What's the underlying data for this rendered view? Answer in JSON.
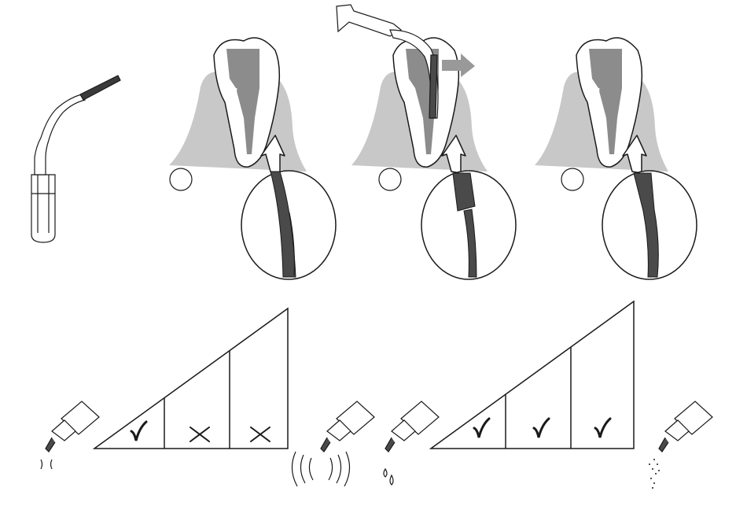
{
  "diagram": {
    "steps": [
      {
        "circle_label": ""
      },
      {
        "circle_label": ""
      },
      {
        "circle_label": ""
      }
    ],
    "rating_scales": [
      {
        "cells": [
          "check",
          "cross",
          "cross"
        ]
      },
      {
        "cells": [
          "check",
          "check",
          "check"
        ]
      }
    ],
    "colors": {
      "line": "#1a1a1a",
      "gum": "#c8c8c8",
      "pulp": "#8c8c8c",
      "arrow_fill": "#ffffff",
      "push_arrow": "#999999",
      "instrument_dark": "#4a4a4a"
    }
  }
}
